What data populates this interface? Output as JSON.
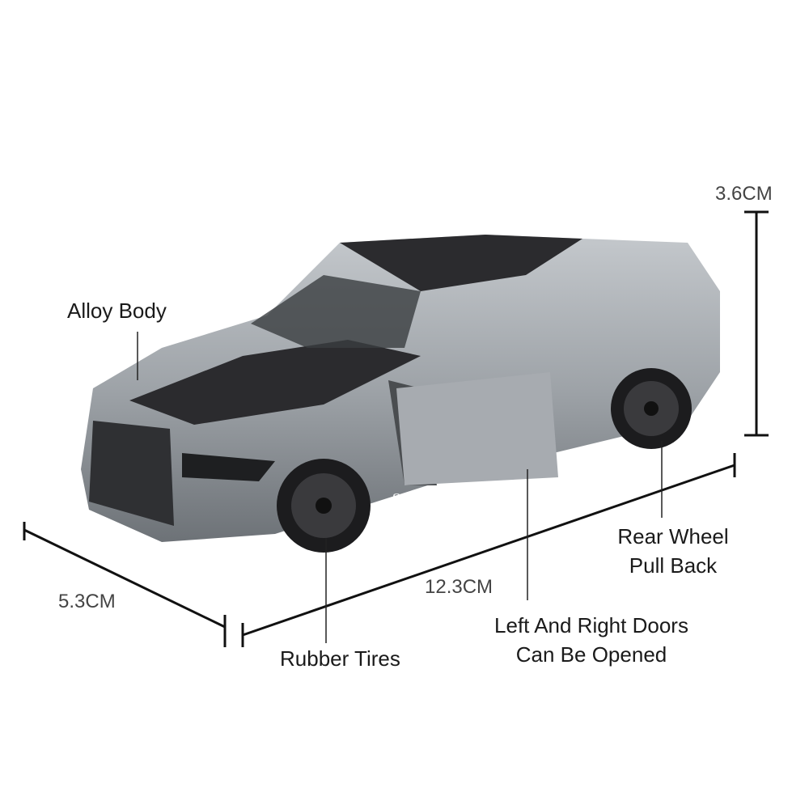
{
  "labels": {
    "alloy_body": "Alloy Body",
    "height": "3.6CM",
    "width": "5.3CM",
    "length": "12.3CM",
    "rear_wheel_line1": "Rear Wheel",
    "rear_wheel_line2": "Pull Back",
    "rubber_tires": "Rubber Tires",
    "doors_line1": "Left And Right Doors",
    "doors_line2": "Can Be Opened"
  },
  "watermark": "Store No. 1100313066",
  "colors": {
    "body": "#9ea3a8",
    "stripe": "#2b2b2e",
    "accent_line": "#b5523f",
    "text": "#1a1a1a"
  }
}
